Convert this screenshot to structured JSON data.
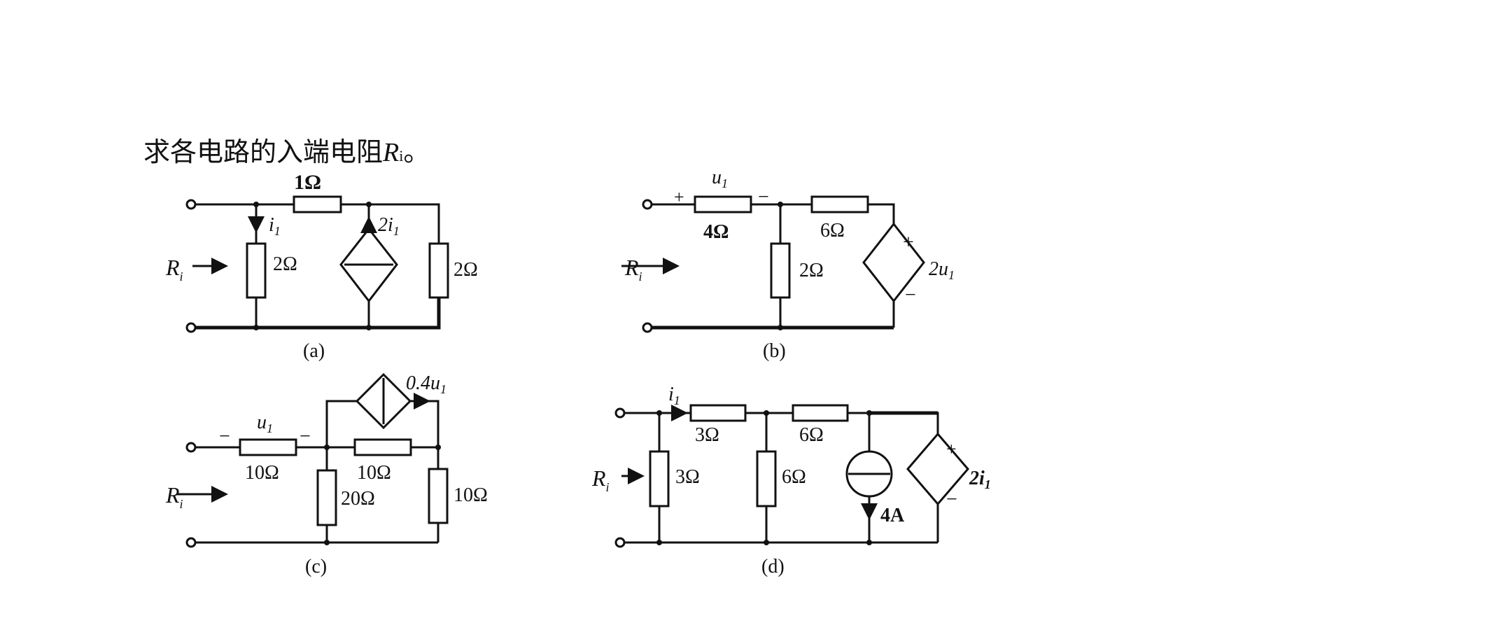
{
  "question": {
    "text": "求各电路的入端电阻",
    "symbol": "R",
    "subscript": "i",
    "end": "。"
  },
  "circuits": {
    "a": {
      "caption": "(a)",
      "r_top": "1Ω",
      "r_left": "2Ω",
      "r_right": "2Ω",
      "i1": "i",
      "i1_sub": "1",
      "ccs": "2i",
      "ccs_sub": "1",
      "ri": "R",
      "ri_sub": "i"
    },
    "b": {
      "caption": "(b)",
      "u1": "u",
      "u1_sub": "1",
      "plus": "+",
      "minus": "−",
      "r1": "4Ω",
      "r2": "6Ω",
      "r3": "2Ω",
      "vcvs": "2u",
      "vcvs_sub": "1",
      "ri": "R",
      "ri_sub": "i"
    },
    "c": {
      "caption": "(c)",
      "u1": "u",
      "u1_sub": "1",
      "minus": "−",
      "r1": "10Ω",
      "r2": "10Ω",
      "r3": "20Ω",
      "r4": "10Ω",
      "vccs": "0.4u",
      "vccs_sub": "1",
      "ri": "R",
      "ri_sub": "i"
    },
    "d": {
      "caption": "(d)",
      "i1": "i",
      "i1_sub": "1",
      "r1": "3Ω",
      "r2": "6Ω",
      "r3": "3Ω",
      "r4": "6Ω",
      "cs": "4A",
      "ccvs": "2i",
      "ccvs_sub": "1",
      "plus": "+",
      "minus": "−",
      "ri": "R",
      "ri_sub": "i"
    }
  }
}
